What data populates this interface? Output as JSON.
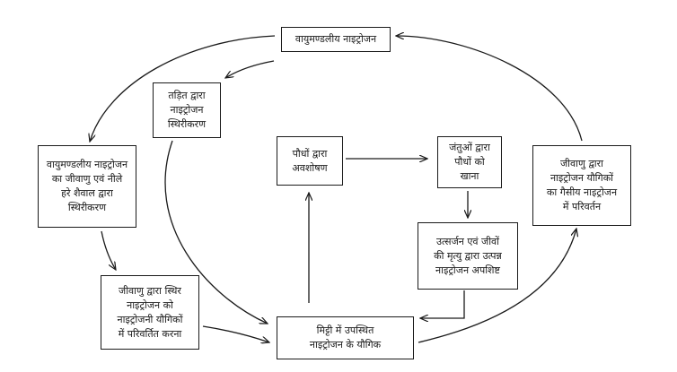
{
  "diagram": {
    "boxes": {
      "atmospheric_nitrogen": "वायुमण्डलीय नाइट्रोजन",
      "lightning_fixation": "तड़ित द्वारा\nनाइट्रोजन\nस्थिरीकरण",
      "bacterial_algal_fixation": "वायुमण्डलीय नाइट्रोजन\nका जीवाणु एवं नीले\nहरे शैवाल द्वारा\nस्थिरीकरण",
      "bacteria_conversion": "जीवाणु द्वारा स्थिर\nनाइट्रोजन को\nनाइट्रोजनी यौगिकों\nमें परिवर्तित करना",
      "plant_absorption": "पौधों द्वारा\nअवशोषण",
      "animals_eat_plants": "जंतुओं द्वारा\nपौधों को\nखाना",
      "excretion_waste": "उत्सर्जन एवं जीवों\nकी मृत्यु द्वारा उत्पन्न\nनाइट्रोजन अपशिष्ट",
      "denitrification": "जीवाणु द्वारा\nनाइट्रोजन यौगिकों\nका गैसीय नाइट्रोजन\nमें परिवर्तन",
      "soil_compounds": "मिट्टी में उपस्थित\nनाइट्रोजन के यौगिक"
    },
    "line_color": "#1a1a1a"
  }
}
